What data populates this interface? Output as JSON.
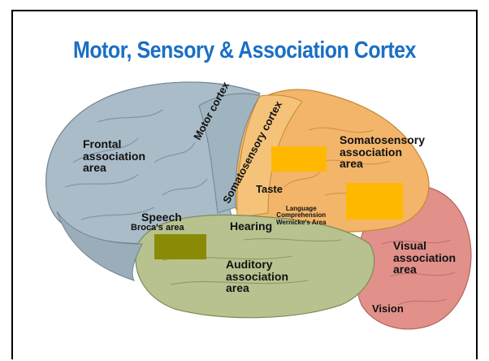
{
  "slide": {
    "title": "Motor, Sensory & Association Cortex"
  },
  "labels": {
    "frontal": [
      "Frontal",
      "association",
      "area"
    ],
    "motor_cortex": "Motor cortex",
    "somatosensory_cortex": "Somatosensory cortex",
    "somato_assoc": [
      "Somatosensory",
      "association",
      "area"
    ],
    "taste": "Taste",
    "speech": "Speech",
    "broca": "Broca's area",
    "hearing": "Hearing",
    "language": [
      "Language",
      "Comprehension",
      "Wernicke's Area"
    ],
    "visual": [
      "Visual",
      "association",
      "area"
    ],
    "auditory": [
      "Auditory",
      "association",
      "area"
    ],
    "vision": "Vision"
  },
  "colors": {
    "title": "#1a6fc4",
    "frontal_lobe": "#a9bcc8",
    "motor_strip": "#9fb4bf",
    "parietal": "#f2b56a",
    "temporal": "#b7c28f",
    "occipital": "#e2908a",
    "box_gold": "#ffb800",
    "box_olive": "#8b8a06"
  }
}
